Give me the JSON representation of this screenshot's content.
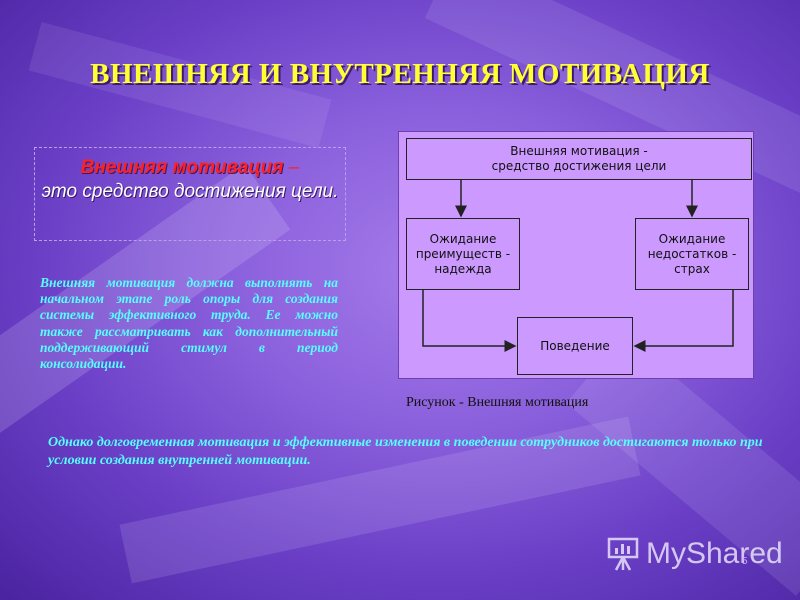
{
  "slide": {
    "title": "ВНЕШНЯЯ И ВНУТРЕННЯЯ МОТИВАЦИЯ",
    "definition": {
      "term": "Внешняя мотивация",
      "dash": " –",
      "text": "это средство достижения цели."
    },
    "paragraph": "Внешняя мотивация должна выполнять на начальном этапе роль опоры для создания системы эффективного труда. Ее можно также рассматривать как дополнительный поддерживающий стимул в период консолидации.",
    "bottom_paragraph": "Однако долговременная мотивация и эффективные изменения в поведении сотрудников достигаются только при условии создания внутренней мотивации.",
    "caption": "Рисунок - Внешняя мотивация",
    "slide_number": "5"
  },
  "diagram": {
    "top_line1": "Внешняя мотивация -",
    "top_line2": "средство достижения цели",
    "left_line1": "Ожидание",
    "left_line2": "преимуществ -",
    "left_line3": "надежда",
    "right_line1": "Ожидание",
    "right_line2": "недостатков -",
    "right_line3": "страх",
    "bottom": "Поведение"
  },
  "watermark": {
    "text": "MyShared",
    "icon": "presentation-board-icon"
  },
  "colors": {
    "title": "#ffff33",
    "term": "#ff2020",
    "body_text": "#55ffff",
    "diagram_fill": "#cc99ff"
  }
}
